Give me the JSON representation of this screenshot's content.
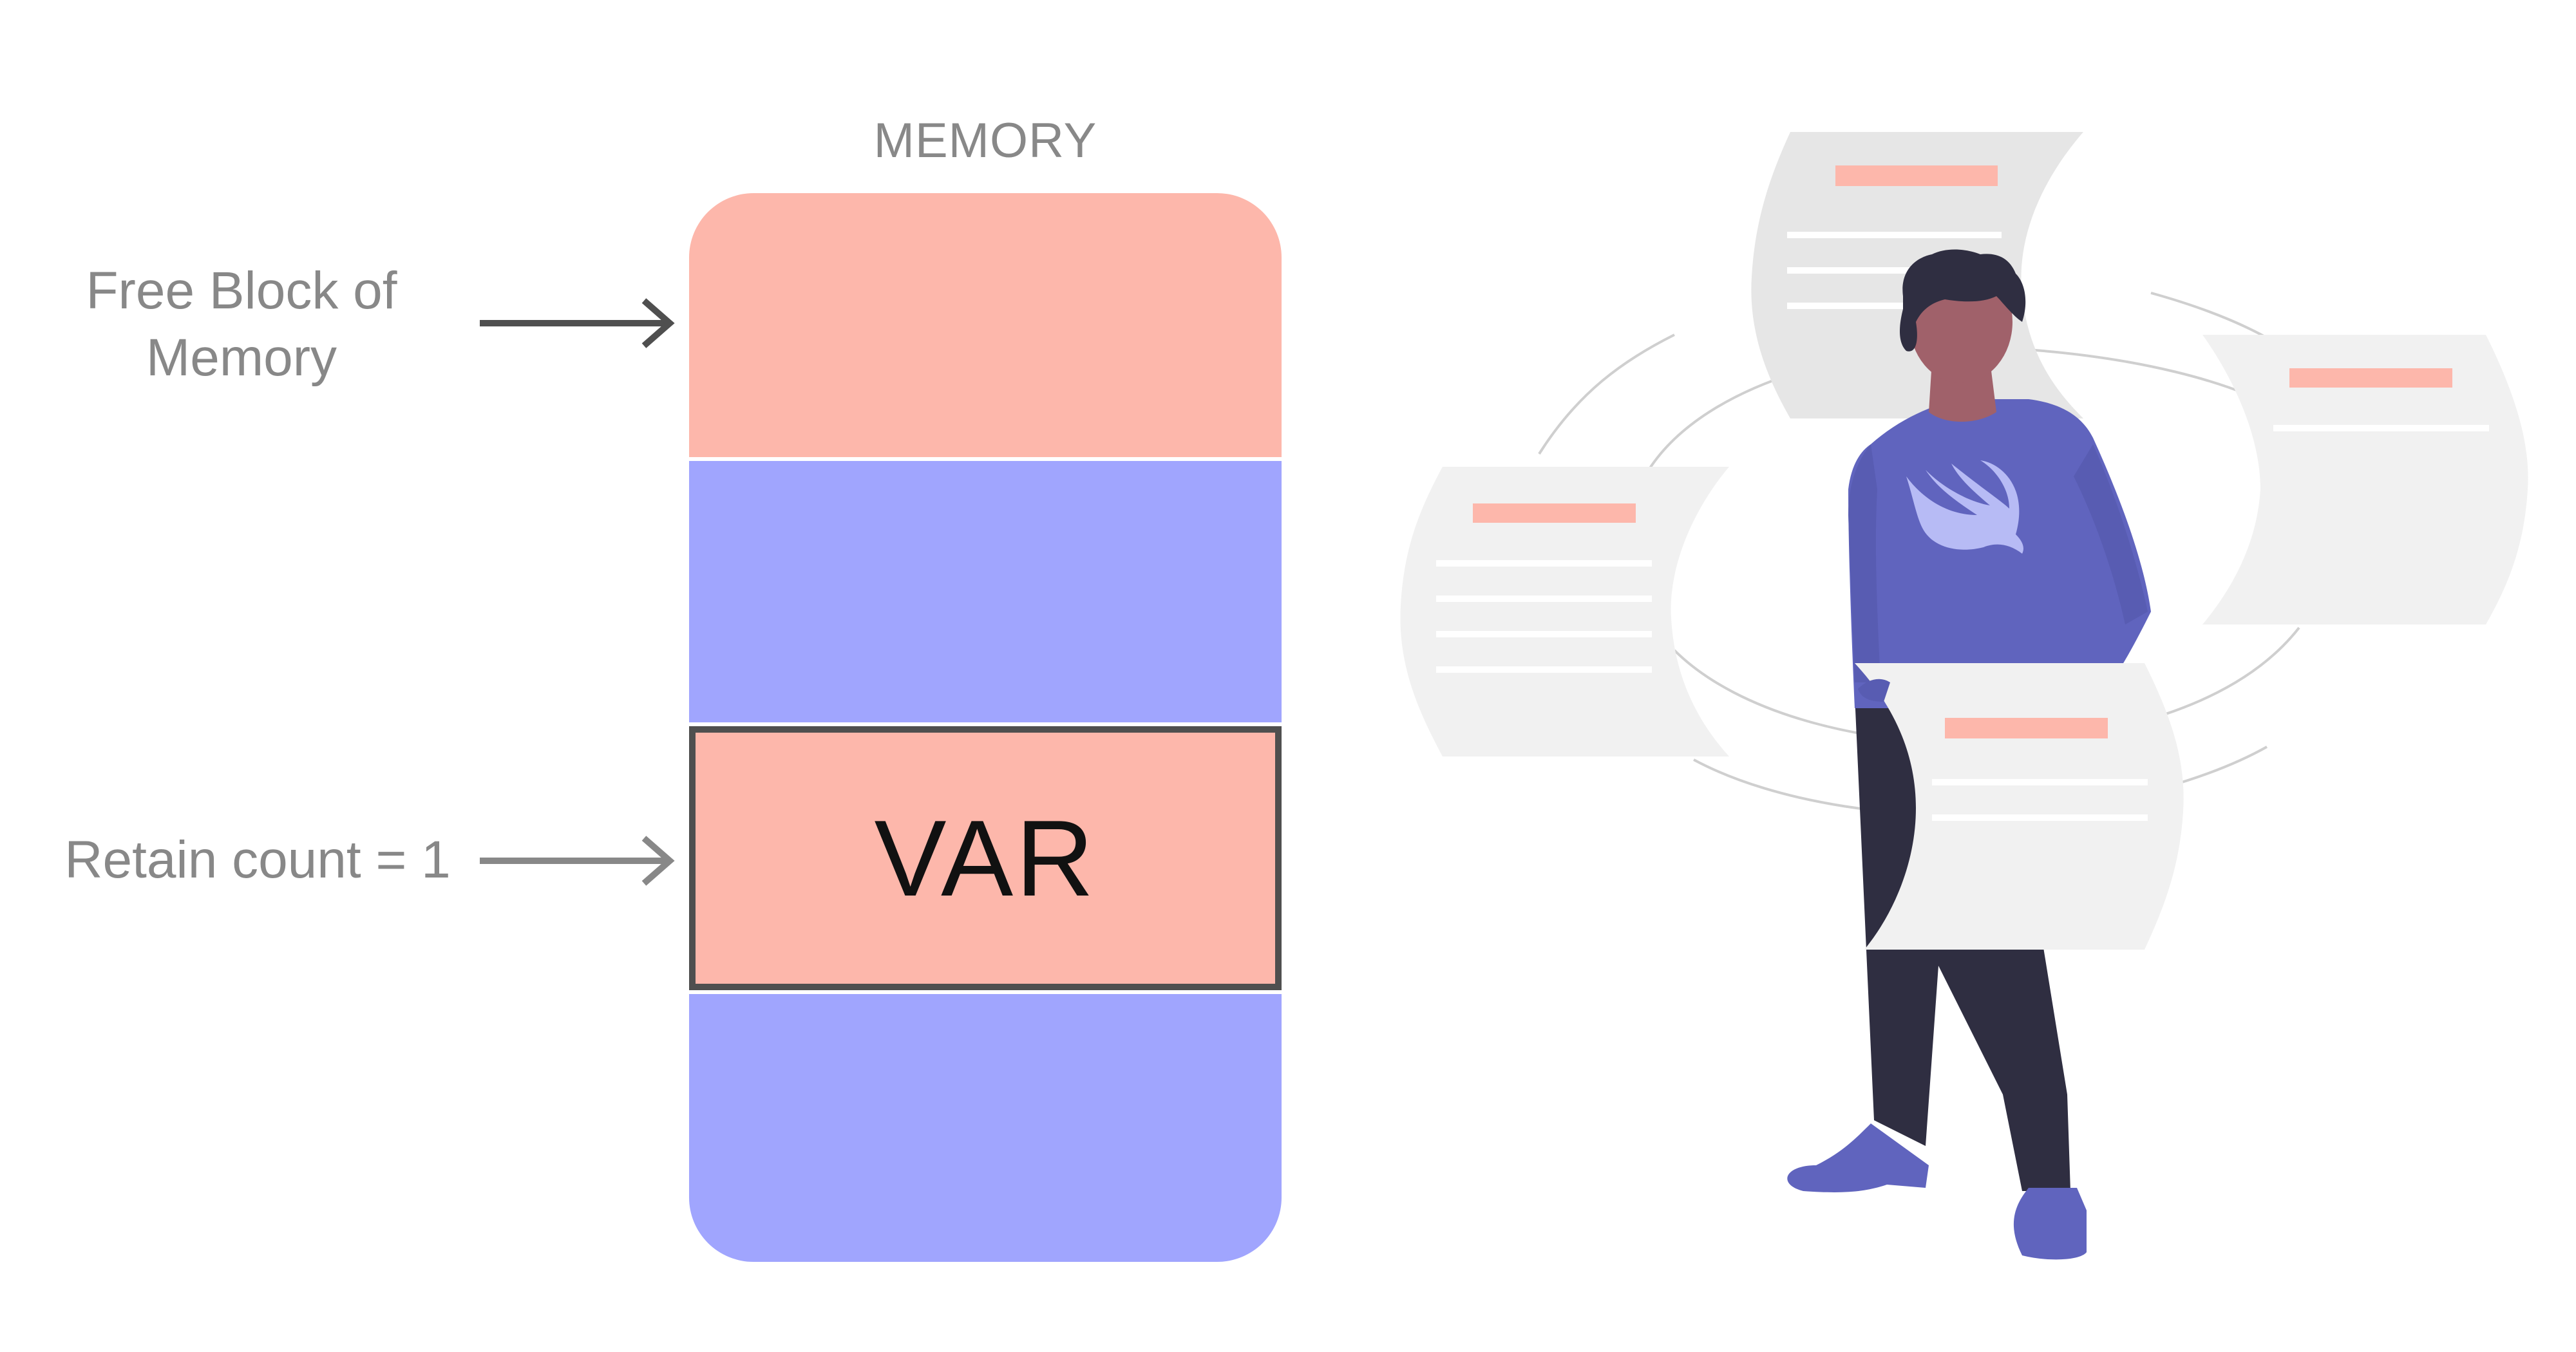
{
  "diagram": {
    "memory_title": "MEMORY",
    "var_label": "VAR",
    "free_block_label": "Free Block of Memory",
    "retain_count_label": "Retain count = 1",
    "blocks": [
      {
        "name": "free-block",
        "color": "#fdb7ab"
      },
      {
        "name": "used-block",
        "color": "#a0a5fe"
      },
      {
        "name": "var-block",
        "color": "#fdb7ab"
      },
      {
        "name": "used-block",
        "color": "#a0a5fe"
      }
    ],
    "colors": {
      "salmon": "#fdb7ab",
      "lavender": "#a0a5fe",
      "label_gray": "#888888",
      "outline_dark": "#4f4f4f",
      "person_purple": "#6064be",
      "person_skin": "#a0616a",
      "person_dark": "#2f2e41"
    }
  }
}
